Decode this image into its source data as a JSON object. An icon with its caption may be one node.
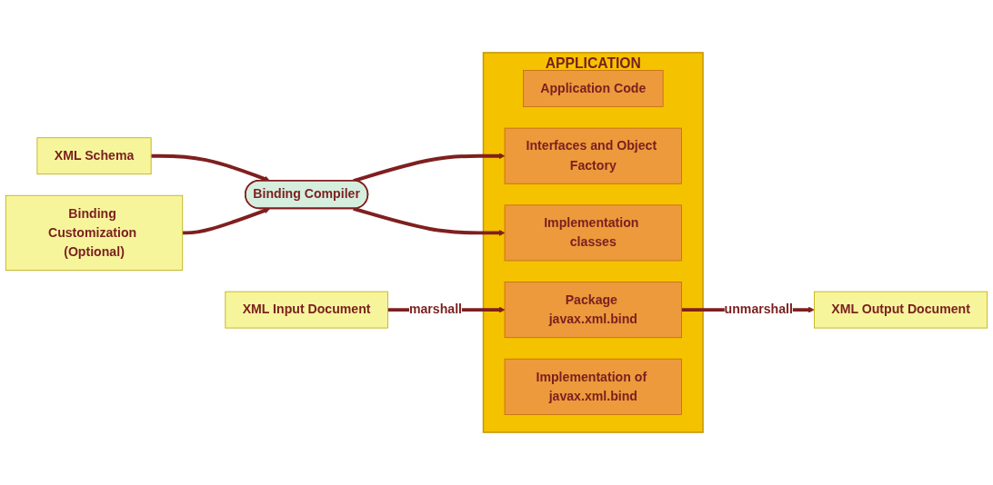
{
  "diagram": {
    "nodes": [
      {
        "text": [
          "XML Schema"
        ]
      },
      {
        "text": [
          "Binding Compiler"
        ]
      },
      {
        "text": [
          "Binding Customization (Optional)"
        ]
      },
      {
        "text": [
          "APPLICATION"
        ]
      },
      {
        "text": [
          "Application Code"
        ],
        "in": 3
      },
      {
        "text": [
          "Interfaces and Object Factory"
        ],
        "in": 3
      },
      {
        "text": [
          "Package javax.xml.bind"
        ],
        "in": 3
      },
      {
        "text": [
          "Implementation classes"
        ],
        "in": 3
      },
      {
        "text": [
          "Implementation of javax.xml.bind"
        ],
        "in": 3
      },
      {
        "text": [
          "XML Input Document"
        ]
      },
      {
        "text": [
          "XML Output Document"
        ]
      }
    ],
    "edges": [
      {
        "from": 0,
        "to": 1,
        "arrow": "to"
      },
      {
        "from": 2,
        "to": 1,
        "arrow": "to"
      },
      {
        "from": 1,
        "to": 5,
        "arrow": "to"
      },
      {
        "from": 1,
        "to": 7,
        "arrow": "to"
      },
      {
        "from": 9,
        "to": 6,
        "arrow": "to",
        "label": "marshall"
      },
      {
        "from": 6,
        "to": 10,
        "arrow": "to",
        "label": "unmarshall"
      }
    ]
  }
}
